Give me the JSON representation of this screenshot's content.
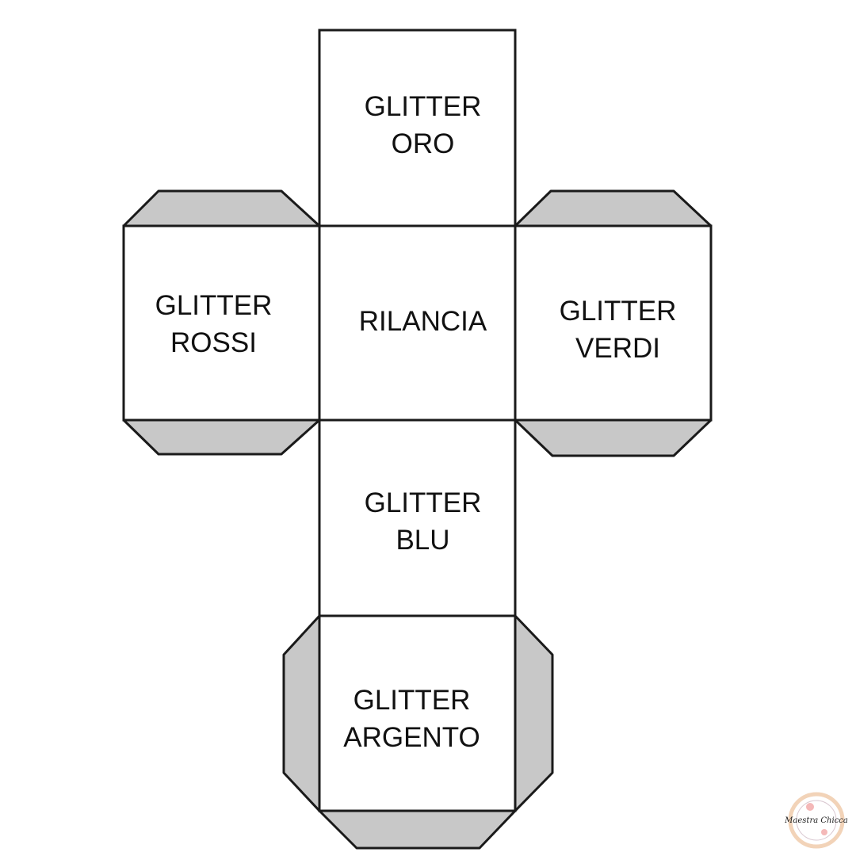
{
  "faces": {
    "top": {
      "line1": "GLITTER",
      "line2": "ORO"
    },
    "left": {
      "line1": "GLITTER",
      "line2": "ROSSI"
    },
    "center": {
      "line1": "RILANCIA"
    },
    "right": {
      "line1": "GLITTER",
      "line2": "VERDI"
    },
    "lower": {
      "line1": "GLITTER",
      "line2": "BLU"
    },
    "bottom": {
      "line1": "GLITTER",
      "line2": "ARGENTO"
    }
  },
  "logo": {
    "text": "Maestra Chicca"
  },
  "colors": {
    "tab": "#c8c8c8",
    "outline": "#1a1a1a",
    "logo_ring": "#f2d3b8"
  }
}
